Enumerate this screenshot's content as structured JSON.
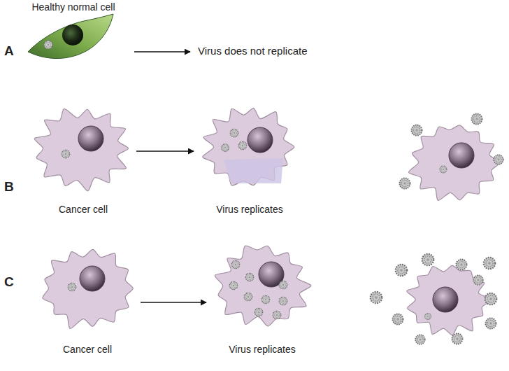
{
  "diagram": {
    "nodes": [
      {
        "text": [
          "Healthy normal cell"
        ]
      },
      {
        "text": [
          "Cancer cell"
        ]
      },
      {
        "text": [
          "Virus replicates"
        ]
      },
      {
        "text": [
          "Cancer cell"
        ]
      },
      {
        "text": [
          "Virus replicates"
        ]
      }
    ],
    "edges": [
      {
        "from": 1,
        "to": 2,
        "arrow": "to"
      },
      {
        "from": 3,
        "to": 4,
        "arrow": "to"
      }
    ],
    "labels": [
      "A",
      "Virus does not replicate",
      "B",
      "C"
    ]
  }
}
